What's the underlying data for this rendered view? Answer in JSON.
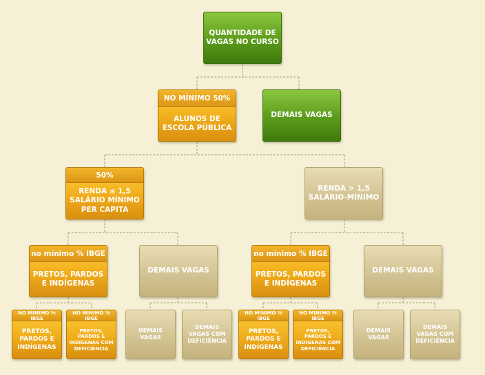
{
  "root": {
    "label": "QUANTIDADE DE VAGAS NO CURSO"
  },
  "level1": {
    "public_school": {
      "band": "NO MÍNIMO 50%",
      "label": "ALUNOS DE ESCOLA PÚBLICA"
    },
    "other_spots": {
      "label": "DEMAIS VAGAS"
    }
  },
  "level2": {
    "low_income": {
      "band": "50%",
      "label": "RENDA ≤ 1,5 SALÁRIO MÍNIMO PER CAPITA"
    },
    "high_income": {
      "label": "RENDA > 1,5 SALÁRIO-MÍNIMO"
    }
  },
  "level3": {
    "left_ppi": {
      "band": "no mínimo % IBGE",
      "label": "PRETOS, PARDOS E INDÍGENAS"
    },
    "left_other": {
      "label": "DEMAIS VAGAS"
    },
    "right_ppi": {
      "band": "no mínimo % IBGE",
      "label": "PRETOS, PARDOS E INDÍGENAS"
    },
    "right_other": {
      "label": "DEMAIS VAGAS"
    }
  },
  "level4": {
    "l1": {
      "band": "NO MÍNIMO % IBGE",
      "label": "PRETOS, PARDOS E INDÍGENAS"
    },
    "l2": {
      "band": "NO MÍNIMO % IBGE",
      "label": "PRETOS, PARDOS E INDÍGENAS COM DEFICIÊNCIA"
    },
    "l3": {
      "label": "DEMAIS VAGAS"
    },
    "l4": {
      "label": "DEMAIS VAGAS COM DEFICIÊNCIA"
    },
    "r1": {
      "band": "NO MÍNIMO % IBGE",
      "label": "PRETOS, PARDOS E INDÍGENAS"
    },
    "r2": {
      "band": "NO MÍNIMO % IBGE",
      "label": "PRETOS, PARDOS E INDÍGENAS COM DEFICIÊNCIA"
    },
    "r3": {
      "label": "DEMAIS VAGAS"
    },
    "r4": {
      "label": "DEMAIS VAGAS COM DEFICIÊNCIA"
    }
  }
}
